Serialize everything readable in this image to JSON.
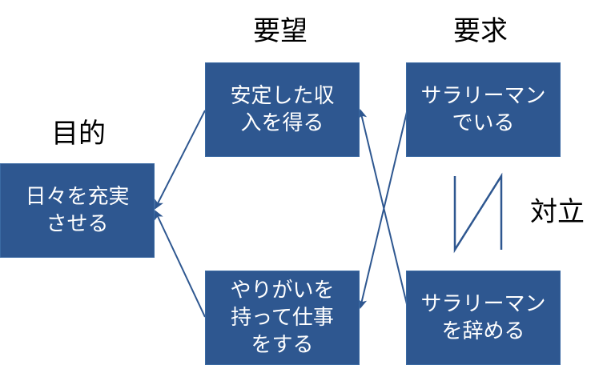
{
  "headings": {
    "purpose": "目的",
    "desire": "要望",
    "requirement": "要求",
    "conflict": "対立"
  },
  "boxes": {
    "goal": {
      "lines": [
        "日々を充実",
        "させる"
      ]
    },
    "stable_income": {
      "lines": [
        "安定した収",
        "入を得る"
      ]
    },
    "rewarding_work": {
      "lines": [
        "やりがいを",
        "持って仕事",
        "をする"
      ]
    },
    "stay_salaryman": {
      "lines": [
        "サラリーマン",
        "でいる"
      ]
    },
    "quit_salaryman": {
      "lines": [
        "サラリーマン",
        "を辞める"
      ]
    }
  },
  "colors": {
    "box_fill": "#2e5790",
    "line": "#2e5790",
    "conflict_mark": "#2e5790"
  }
}
